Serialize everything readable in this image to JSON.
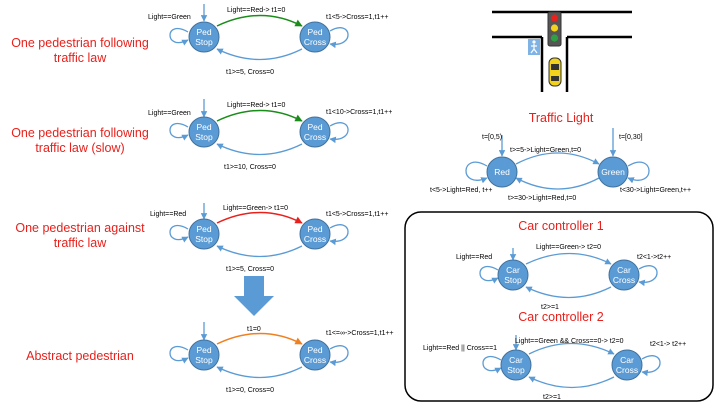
{
  "diagrams": [
    {
      "title": [
        "One pedestrian following",
        "traffic law"
      ],
      "state_a": [
        "Ped",
        "Stop"
      ],
      "state_b": [
        "Ped",
        "Cross"
      ],
      "init_label": "Light==Green",
      "top_label": "Light==Red-> t1=0",
      "top_color": "#1a8c1a",
      "bottom_label": "t1>=5, Cross=0",
      "self_label": "t1<5->Cross=1,t1++"
    },
    {
      "title": [
        "One pedestrian following",
        "traffic law (slow)"
      ],
      "state_a": [
        "Ped",
        "Stop"
      ],
      "state_b": [
        "Ped",
        "Cross"
      ],
      "init_label": "Light==Green",
      "top_label": "Light==Red-> t1=0",
      "top_color": "#1a8c1a",
      "bottom_label": "t1>=10, Cross=0",
      "self_label": "t1<10->Cross=1,t1++"
    },
    {
      "title": [
        "One pedestrian against",
        "traffic law"
      ],
      "state_a": [
        "Ped",
        "Stop"
      ],
      "state_b": [
        "Ped",
        "Cross"
      ],
      "init_label": "Light==Red",
      "top_label": "Light==Green-> t1=0",
      "top_color": "#e8211c",
      "bottom_label": "t1>=5, Cross=0",
      "self_label": "t1<5->Cross=1,t1++"
    },
    {
      "title": [
        "Abstract pedestrian"
      ],
      "state_a": [
        "Ped",
        "Stop"
      ],
      "state_b": [
        "Ped",
        "Cross"
      ],
      "init_label": "",
      "top_label": "t1=0",
      "top_color": "#f07f1e",
      "bottom_label": "t1>=0, Cross=0",
      "self_label": "t1<=∞->Cross=1,t1++"
    }
  ],
  "traffic_light": {
    "title": "Traffic Light",
    "state_a": [
      "Red"
    ],
    "state_b": [
      "Green"
    ],
    "init_a": "t=[0,5)",
    "init_b": "t=[0,30]",
    "top_label": "t>=5->Light=Green,t=0",
    "bottom_label": "t>=30->Light=Red,t=0",
    "self_a": "t<5->Light=Red, t++",
    "self_b": "t<30->Light=Green,t++"
  },
  "car1": {
    "title": "Car controller 1",
    "state_a": [
      "Car",
      "Stop"
    ],
    "state_b": [
      "Car",
      "Cross"
    ],
    "init_label": "Light==Red",
    "top_label": "Light==Green-> t2=0",
    "bottom_label": "t2>=1",
    "self_label": "t2<1->t2++"
  },
  "car2": {
    "title": "Car controller 2",
    "state_a": [
      "Car",
      "Stop"
    ],
    "state_b": [
      "Car",
      "Cross"
    ],
    "init_label": "Light==Red || Cross==1",
    "top_label": "Light==Green && Cross==0-> t2=0",
    "bottom_label": "t2>=1",
    "self_label": "t2<1-> t2++"
  },
  "colors": {
    "node": "#5b9bd5",
    "title": "#e8211c",
    "arrow_down": "#5b9bd5",
    "car": "#f2d21b"
  }
}
